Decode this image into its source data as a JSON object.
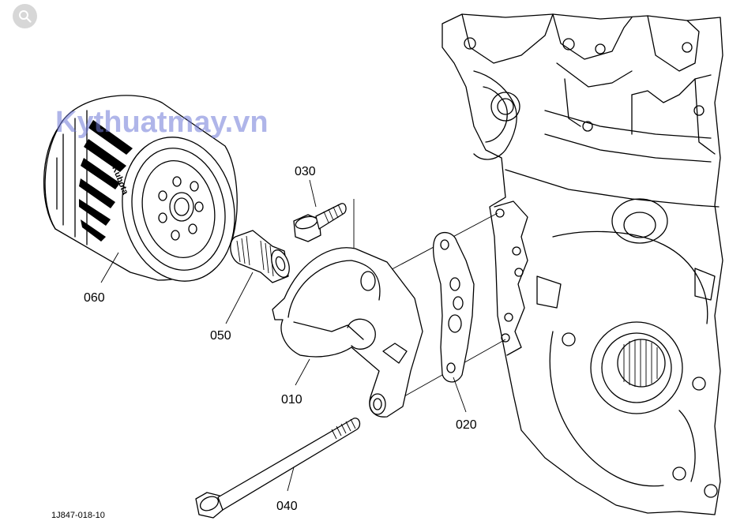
{
  "watermark": "Kythuatmay.vn",
  "drawing_code": "1J847-018-10",
  "brand_text": "Kubota",
  "parts": {
    "p010": "010",
    "p020": "020",
    "p030": "030",
    "p040": "040",
    "p050": "050",
    "p060": "060"
  },
  "icons": {
    "zoom": "search-icon"
  }
}
